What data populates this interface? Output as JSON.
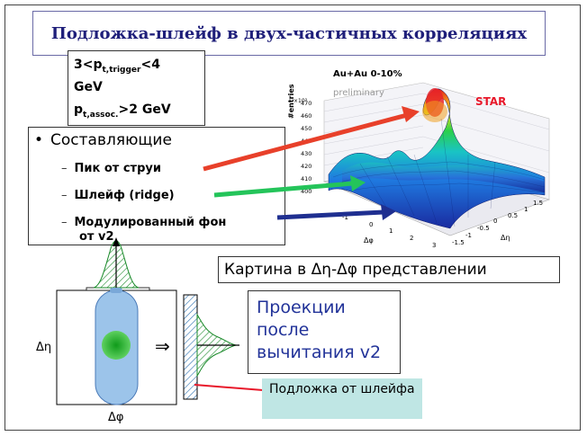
{
  "title": "Подложка-шлейф в двух-частичных корреляциях",
  "cuts": {
    "line1_a": "3<p",
    "line1_sub": "t,trigger",
    "line1_b": "<4",
    "line2": "GeV",
    "line3_a": "p",
    "line3_sub": "t,assoc.",
    "line3_b": ">2 GeV"
  },
  "components": {
    "bullet": "•",
    "heading": "Составляющие",
    "dash": "–",
    "items": [
      "Пик от струи",
      "Шлейф (ridge)",
      "Модулированный фон",
      "от v2"
    ]
  },
  "plot": {
    "system_label": "Au+Au 0-10%",
    "preliminary_label": "preliminary",
    "star_label": "STAR",
    "z_axis_label": "#entries",
    "z_multiplier": "×10³",
    "z_ticks": [
      "470",
      "460",
      "450",
      "440",
      "430",
      "420",
      "410",
      "400"
    ],
    "deta_ticks": [
      "-1.5",
      "-1",
      "-0.5",
      "0",
      "0.5",
      "1",
      "1.5"
    ],
    "dphi_ticks": [
      "-1",
      "0",
      "1",
      "2",
      "3"
    ],
    "dphi_axis": "Δφ",
    "deta_axis": "Δη",
    "colors": {
      "peak": "#e8402a",
      "ridge": "#24c45a",
      "background": "#1f2f90",
      "star": "#e8182a"
    }
  },
  "representation": "Картина в Δη-Δφ представлении",
  "diagram": {
    "eta_label": "Δη",
    "phi_label": "Δφ",
    "arrow_glyph": "⇒"
  },
  "projections": "Проекции после вычитания v2",
  "ridge_background": "Подложка от шлейфа"
}
